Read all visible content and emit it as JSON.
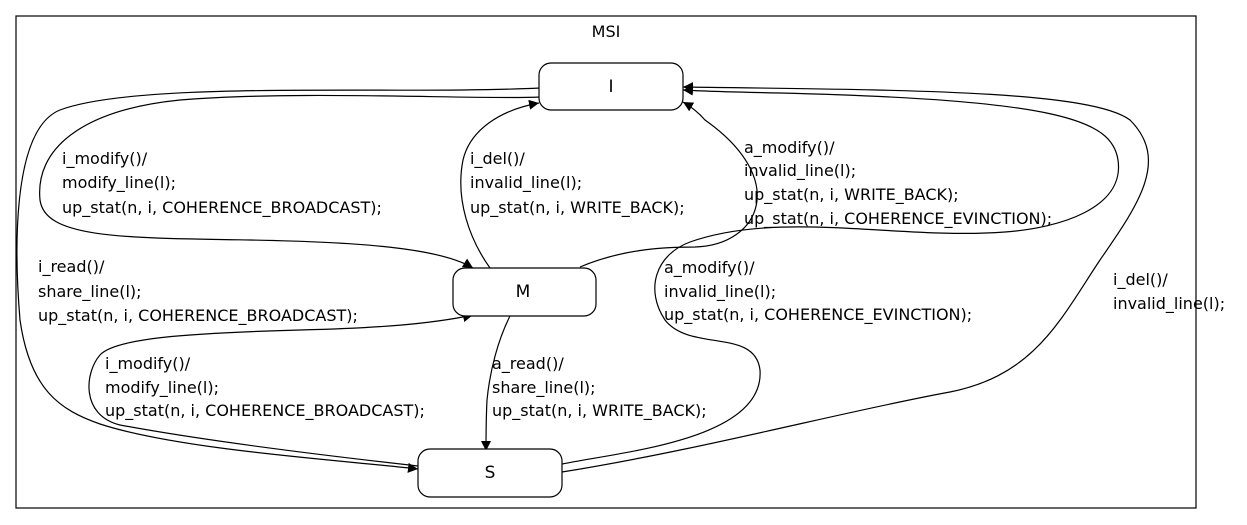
{
  "diagram": {
    "title": "MSI",
    "states": [
      {
        "id": "I",
        "label": "I"
      },
      {
        "id": "M",
        "label": "M"
      },
      {
        "id": "S",
        "label": "S"
      }
    ],
    "transitions": [
      {
        "id": "i-to-m-modify",
        "from": "I",
        "to": "M",
        "lines": [
          "i_modify()/",
          "modify_line(l);",
          "up_stat(n, i, COHERENCE_BROADCAST);"
        ]
      },
      {
        "id": "m-to-i-del",
        "from": "M",
        "to": "I",
        "lines": [
          "i_del()/",
          "invalid_line(l);",
          "up_stat(n, i, WRITE_BACK);"
        ]
      },
      {
        "id": "m-to-i-amodify",
        "from": "M",
        "to": "I",
        "lines": [
          "a_modify()/",
          "invalid_line(l);",
          "up_stat(n, i, WRITE_BACK);",
          "up_stat(n, i, COHERENCE_EVINCTION);"
        ]
      },
      {
        "id": "i-to-s-read",
        "from": "I",
        "to": "S",
        "lines": [
          "i_read()/",
          "share_line(l);",
          "up_stat(n, i, COHERENCE_BROADCAST);"
        ]
      },
      {
        "id": "s-to-m-modify",
        "from": "S",
        "to": "M",
        "lines": [
          "i_modify()/",
          "modify_line(l);",
          "up_stat(n, i, COHERENCE_BROADCAST);"
        ]
      },
      {
        "id": "m-to-s-read",
        "from": "M",
        "to": "S",
        "lines": [
          "a_read()/",
          "share_line(l);",
          "up_stat(n, i, WRITE_BACK);"
        ]
      },
      {
        "id": "s-to-i-amodify",
        "from": "S",
        "to": "I",
        "lines": [
          "a_modify()/",
          "invalid_line(l);",
          "up_stat(n, i, COHERENCE_EVINCTION);"
        ]
      },
      {
        "id": "s-to-i-del",
        "from": "S",
        "to": "I",
        "lines": [
          "i_del()/",
          "invalid_line(l);"
        ]
      }
    ]
  }
}
